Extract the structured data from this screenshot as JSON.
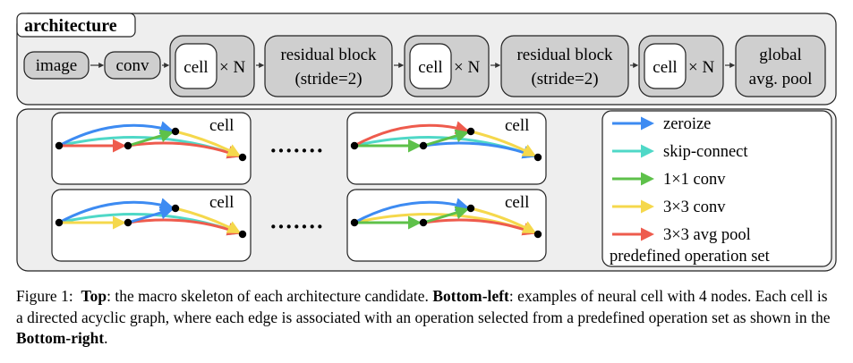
{
  "top_panel": {
    "title": "architecture",
    "pipeline": [
      {
        "id": "image",
        "label": "image",
        "kind": "io"
      },
      {
        "id": "conv",
        "label": "conv",
        "kind": "io"
      },
      {
        "id": "cells-1",
        "label": "cell",
        "suffix": "× N",
        "kind": "cell"
      },
      {
        "id": "residual-1",
        "line1": "residual block",
        "line2": "(stride=2)",
        "kind": "block"
      },
      {
        "id": "cells-2",
        "label": "cell",
        "suffix": "× N",
        "kind": "cell"
      },
      {
        "id": "residual-2",
        "line1": "residual block",
        "line2": "(stride=2)",
        "kind": "block"
      },
      {
        "id": "cells-3",
        "label": "cell",
        "suffix": "× N",
        "kind": "cell"
      },
      {
        "id": "global-pool",
        "line1": "global",
        "line2": "avg. pool",
        "kind": "block"
      }
    ]
  },
  "cell_examples": {
    "cell_label": "cell",
    "ellipsis": "·······",
    "examples": [
      {
        "id": "cell-a",
        "edges": {
          "01": "red",
          "02": "blue",
          "03": "cyan",
          "12": "green",
          "13": "red",
          "23": "yellow"
        }
      },
      {
        "id": "cell-b",
        "edges": {
          "01": "green",
          "02": "red",
          "03": "cyan",
          "12": "green",
          "13": "blue",
          "23": "yellow"
        }
      },
      {
        "id": "cell-c",
        "edges": {
          "01": "yellow",
          "02": "blue",
          "03": "cyan",
          "12": "blue",
          "13": "red",
          "23": "yellow"
        }
      },
      {
        "id": "cell-d",
        "edges": {
          "01": "green",
          "02": "blue",
          "03": "yellow",
          "12": "green",
          "13": "red",
          "23": "yellow"
        }
      }
    ]
  },
  "legend": {
    "title": "predefined operation set",
    "items": [
      {
        "key": "blue",
        "label": "zeroize",
        "color": "#3d8bf2"
      },
      {
        "key": "cyan",
        "label": "skip-connect",
        "color": "#4fd8c7"
      },
      {
        "key": "green",
        "label": "1×1 conv",
        "color": "#5ec14a"
      },
      {
        "key": "yellow",
        "label": "3×3 conv",
        "color": "#f5d84c"
      },
      {
        "key": "red",
        "label": "3×3 avg pool",
        "color": "#ee5b4d"
      }
    ]
  },
  "caption": {
    "fig": "Figure 1:",
    "top_bold": "Top",
    "top_text": ": the macro skeleton of each architecture candidate.",
    "bl_bold": "Bottom-left",
    "bl_text": ": examples of neural cell with 4 nodes.  Each cell is a directed acyclic graph, where each edge is associated with an operation selected from a predefined operation set as shown in the",
    "br_bold": "Bottom-right",
    "end": "."
  }
}
